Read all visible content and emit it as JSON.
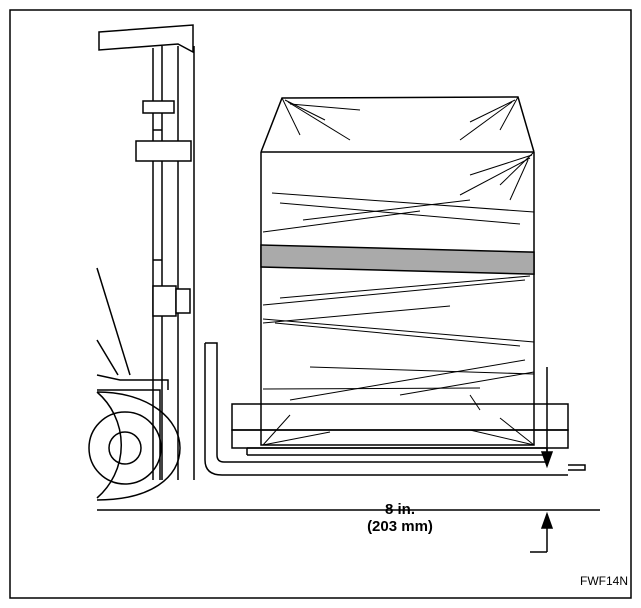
{
  "figure": {
    "dimension_imperial": "8 in.",
    "dimension_metric": "(203 mm)",
    "figure_code": "FWF14N"
  }
}
